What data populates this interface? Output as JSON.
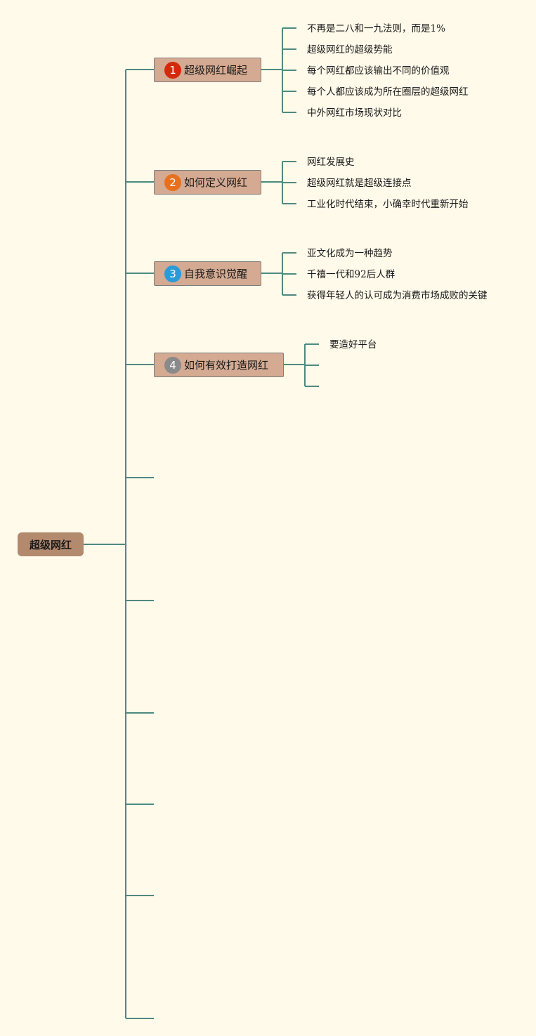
{
  "root": {
    "label": "超级网红"
  },
  "branches": [
    {
      "badge": "1",
      "badge_color": "#d42a0c",
      "label": "超级网红崛起",
      "leaves": [
        "不再是二八和一九法则，而是1%",
        "超级网红的超级势能",
        "每个网红都应该输出不同的价值观",
        "每个人都应该成为所在圈层的超级网红",
        "中外网红市场现状对比"
      ]
    },
    {
      "badge": "2",
      "badge_color": "#e8701c",
      "label": "如何定义网红",
      "leaves": [
        "网红发展史",
        "超级网红就是超级连接点",
        "工业化时代结束，小确幸时代重新开始"
      ]
    },
    {
      "badge": "3",
      "badge_color": "#2a9bd8",
      "label": "自我意识觉醒",
      "leaves": [
        "亚文化成为一种趋势",
        "千禧一代和92后人群",
        "获得年轻人的认可成为消费市场成败的关键"
      ]
    },
    {
      "badge": "4",
      "badge_color": "#8a8a8a",
      "label": "如何有效打造网红",
      "leaves": [
        "要造好平台",
        "",
        ""
      ]
    }
  ],
  "line_color": "#4e8a80"
}
